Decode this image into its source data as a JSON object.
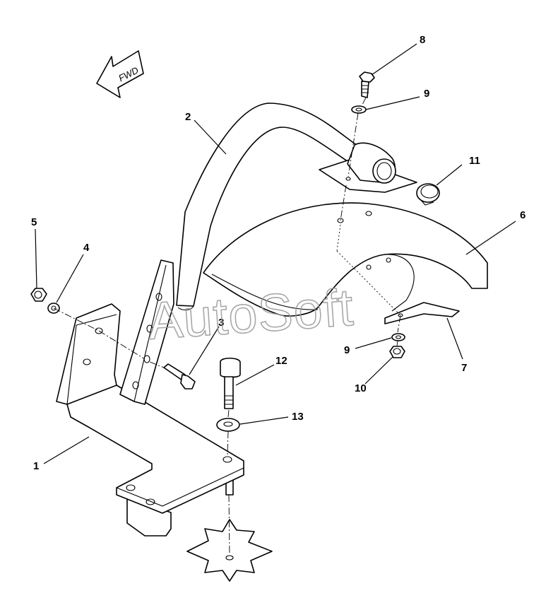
{
  "watermark": "AutoSoft",
  "direction_arrow": {
    "label": "FWD",
    "icon": "fwd-arrow-icon"
  },
  "callouts": [
    {
      "id": "c1",
      "label": "1"
    },
    {
      "id": "c2",
      "label": "2"
    },
    {
      "id": "c3",
      "label": "3"
    },
    {
      "id": "c4",
      "label": "4"
    },
    {
      "id": "c5",
      "label": "5"
    },
    {
      "id": "c6",
      "label": "6"
    },
    {
      "id": "c7",
      "label": "7"
    },
    {
      "id": "c8",
      "label": "8"
    },
    {
      "id": "c9a",
      "label": "9"
    },
    {
      "id": "c9b",
      "label": "9"
    },
    {
      "id": "c10",
      "label": "10"
    },
    {
      "id": "c11",
      "label": "11"
    },
    {
      "id": "c12",
      "label": "12"
    },
    {
      "id": "c13",
      "label": "13"
    }
  ]
}
